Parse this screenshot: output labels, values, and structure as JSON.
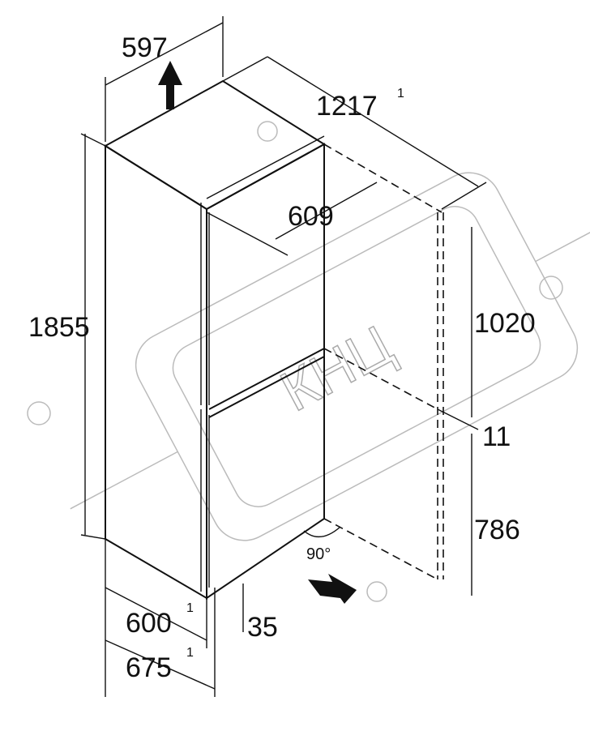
{
  "watermark": {
    "text": "КНЦ"
  },
  "dimensions": {
    "width": "597",
    "depth_door_open": "1217",
    "depth_door_open_note": "1",
    "depth_body": "609",
    "height": "1855",
    "upper_height": "1020",
    "gap": "11",
    "lower_height": "786",
    "door_angle": "90°",
    "depth_600": "600",
    "depth_600_note": "1",
    "handle_depth": "35",
    "depth_675": "675",
    "depth_675_note": "1"
  }
}
